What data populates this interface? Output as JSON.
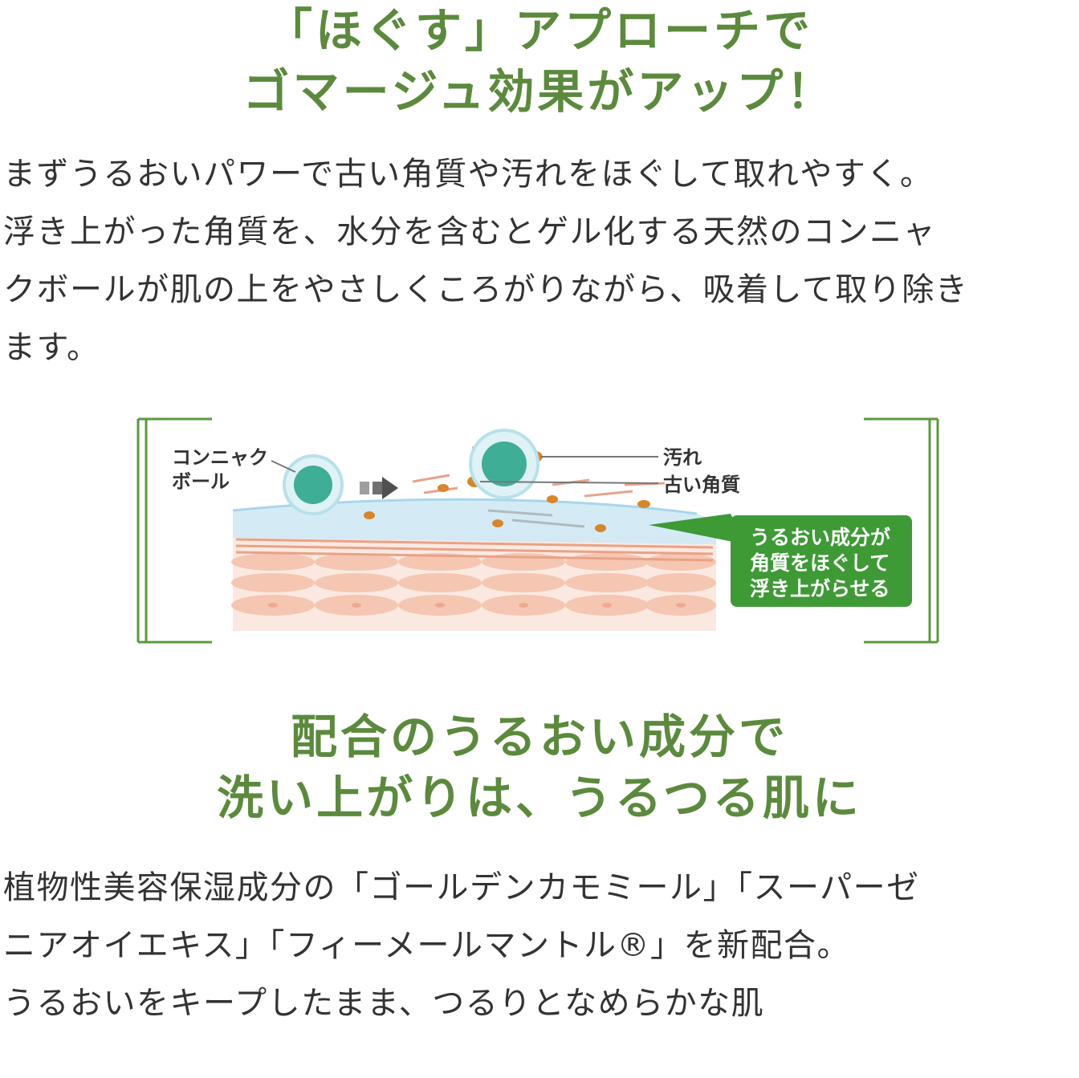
{
  "section1": {
    "heading_lines": [
      "「ほぐす」アプローチで",
      "ゴマージュ効果がアップ！"
    ],
    "body_lines": [
      "まずうるおいパワーで古い角質や汚れをほぐして取れやすく。",
      "浮き上がった角質を、水分を含むとゲル化する天然のコンニャ",
      "クボールが肌の上をやさしくころがりながら、吸着して取り除き",
      "ます。"
    ]
  },
  "diagram": {
    "ball_label_line1": "コンニャク",
    "ball_label_line2": "ボール",
    "dirt_label": "汚れ",
    "old_keratin_label": "古い角質",
    "callout_line1": "うるおい成分が",
    "callout_line2": "角質をほぐして",
    "callout_line3": "浮き上がらせる",
    "colors": {
      "frame_green": "#5b9a3c",
      "callout_green": "#3d9a35",
      "ball_teal": "#3fae97",
      "dirt_orange": "#d9852a",
      "skin_pink": "#f2b8a0",
      "moisture_blue": "#bfe3f2"
    }
  },
  "section2": {
    "heading_lines": [
      "配合のうるおい成分で",
      "洗い上がりは、うるつる肌に"
    ],
    "body_lines": [
      "植物性美容保湿成分の「ゴールデンカモミール」「スーパーゼ",
      "ニアオイエキス」「フィーメールマントル®」を新配合。",
      "うるおいをキープしたまま、つるりとなめらかな肌"
    ]
  }
}
